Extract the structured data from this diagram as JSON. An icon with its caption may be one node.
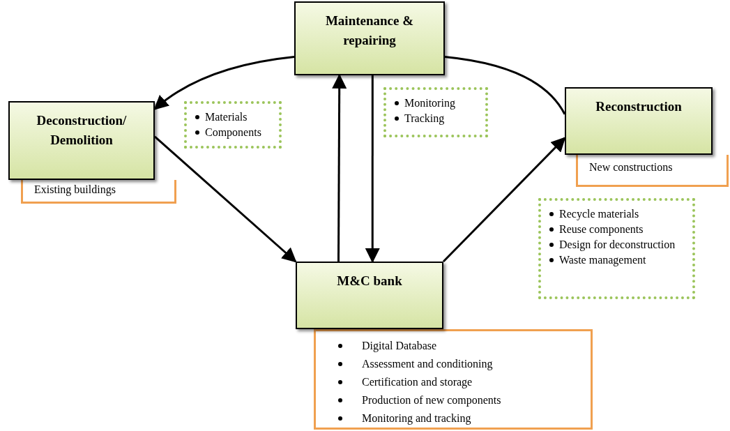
{
  "diagram": {
    "nodes": [
      {
        "text": [
          "Maintenance & repairing"
        ]
      },
      {
        "text": [
          "Deconstruction/ Demolition"
        ]
      },
      {
        "text": [
          "Reconstruction"
        ]
      },
      {
        "text": [
          "M&C bank"
        ]
      },
      {
        "text": [
          "Existing buildings"
        ]
      },
      {
        "text": [
          "New constructions"
        ]
      },
      {
        "text": [
          "Monitoring",
          "Tracking"
        ]
      },
      {
        "text": [
          "Materials",
          "Components"
        ]
      },
      {
        "text": [
          "Recycle materials",
          "Reuse components",
          "Design for deconstruction",
          "Waste management"
        ]
      },
      {
        "text": [
          "Digital Database",
          "Assessment and conditioning",
          "Certification and storage",
          "Production of new components",
          "Monitoring and tracking"
        ]
      }
    ],
    "edges": [
      {
        "from": 0,
        "to": 1,
        "arrow": "to"
      },
      {
        "from": 0,
        "to": 2,
        "arrow": "none"
      },
      {
        "from": 1,
        "to": 3,
        "arrow": "to"
      },
      {
        "from": 3,
        "to": 0,
        "arrow": "to"
      },
      {
        "from": 0,
        "to": 3,
        "arrow": "to"
      },
      {
        "from": 3,
        "to": 2,
        "arrow": "to"
      }
    ]
  }
}
